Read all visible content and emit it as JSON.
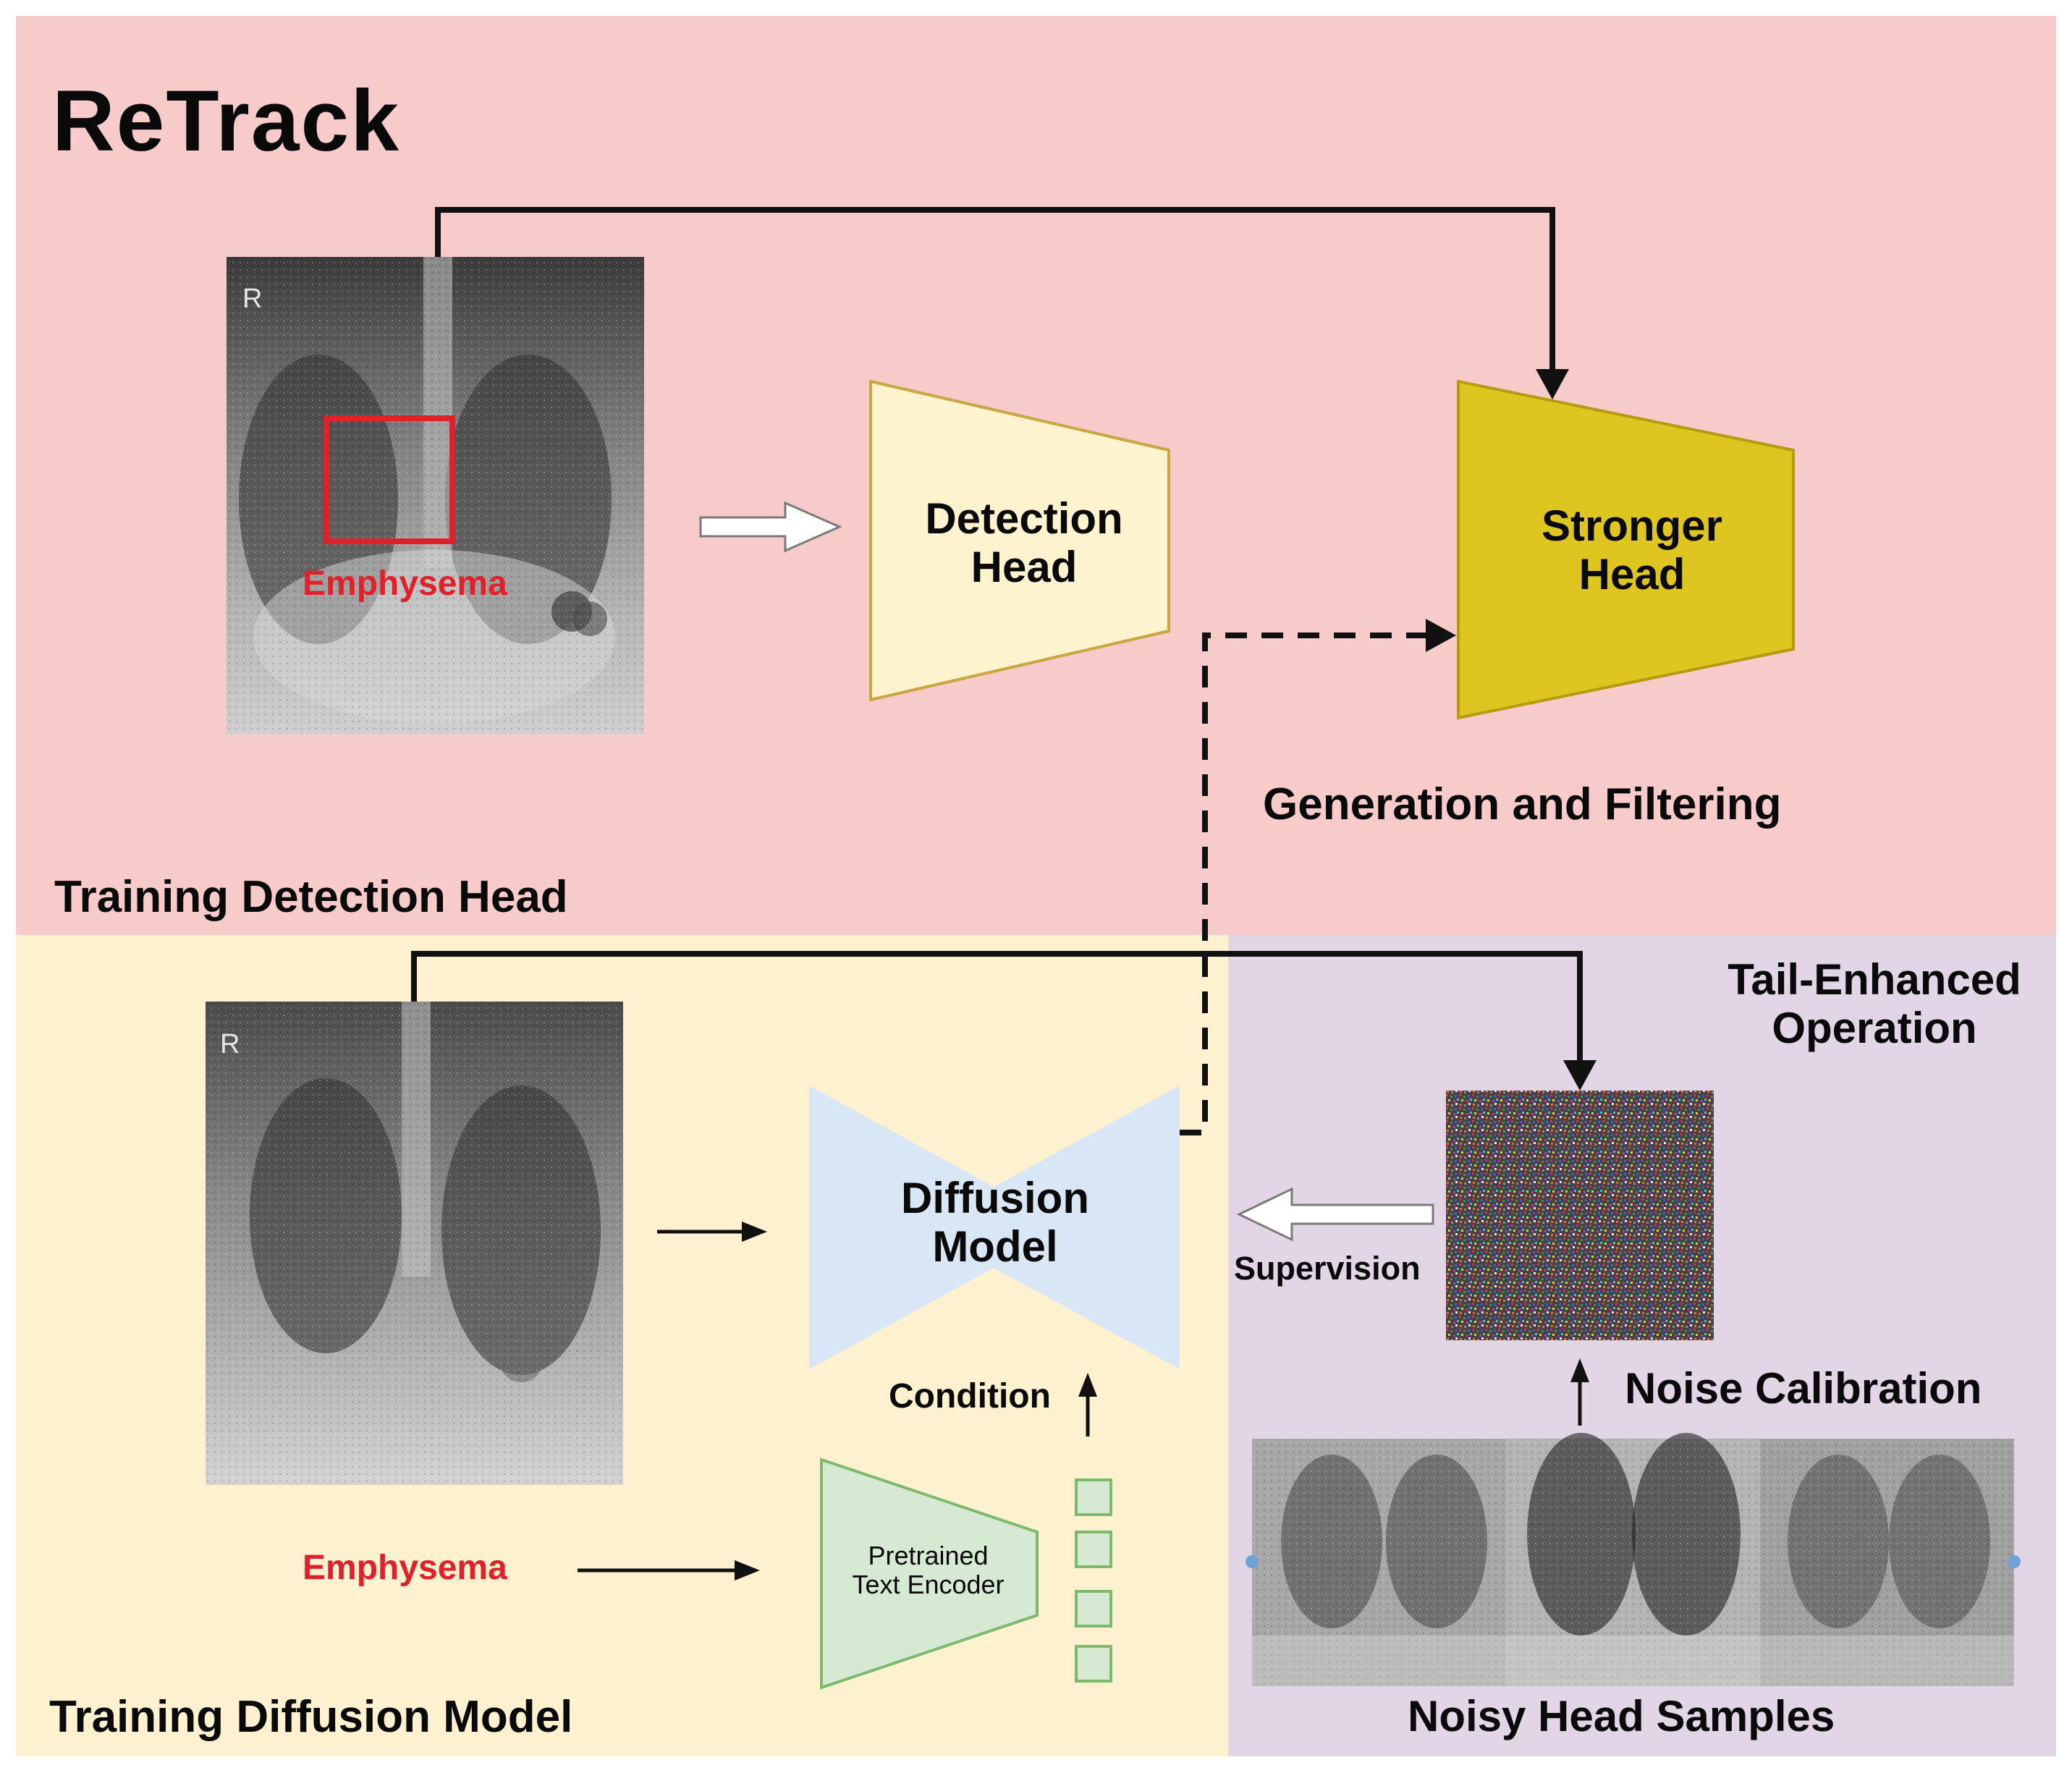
{
  "title": "ReTrack",
  "sections": {
    "detection": "Training Detection Head",
    "diffusion": "Training Diffusion Model",
    "tail": "Tail-Enhanced\nOperation"
  },
  "nodes": {
    "detection_head": "Detection\nHead",
    "stronger_head": "Stronger\nHead",
    "diffusion_model": "Diffusion\nModel",
    "text_encoder": "Pretrained\nText Encoder"
  },
  "labels": {
    "xray_marker": "R",
    "emphysema_top": "Emphysema",
    "emphysema_bottom": "Emphysema",
    "generation_filtering": "Generation and Filtering",
    "condition": "Condition",
    "supervision": "Supervision",
    "noise_calibration": "Noise Calibration",
    "noisy_samples": "Noisy Head Samples"
  },
  "colors": {
    "top_panel": "#f6cbc9",
    "left_panel": "#fdf1cf",
    "right_panel": "#e1d5e6",
    "detection_head_fill": "#fdf3cf",
    "stronger_head_fill": "#dfc520",
    "diffusion_fill": "#d9e6f5",
    "encoder_fill": "#d6ead3",
    "encoder_stroke": "#7dba6e",
    "highlight_red": "#e0202a"
  }
}
